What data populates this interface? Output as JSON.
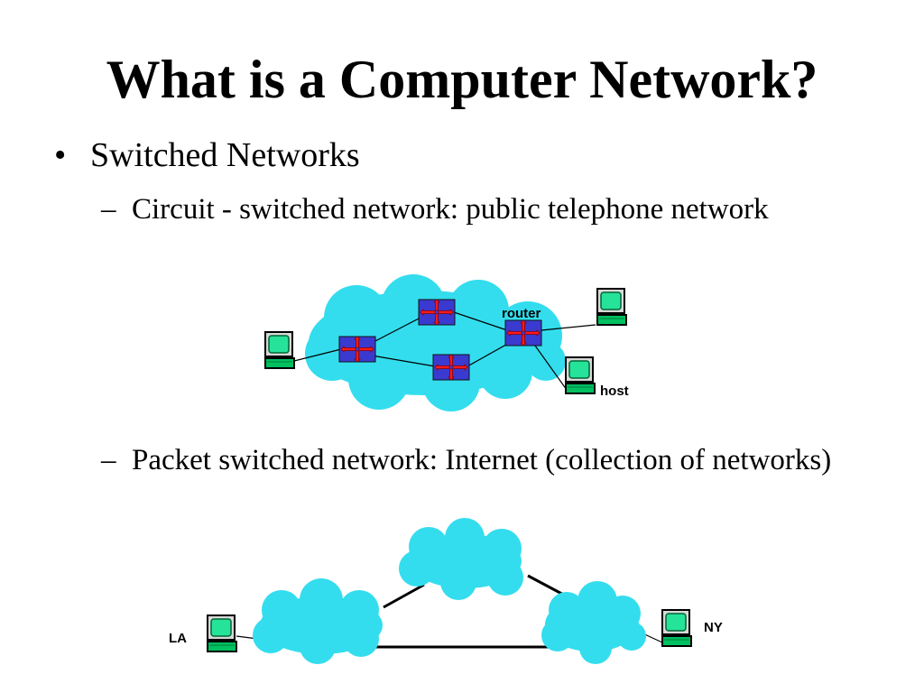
{
  "slide": {
    "title": "What is a Computer Network?",
    "bullet": {
      "marker": "•",
      "text": "Switched Networks"
    },
    "sub_bullets": [
      {
        "marker": "–",
        "text": "Circuit - switched network: public telephone network"
      },
      {
        "marker": "–",
        "text": "Packet switched network: Internet (collection of networks)"
      }
    ]
  },
  "diagram1": {
    "router_label": "router",
    "host_label": "host"
  },
  "diagram2": {
    "left_label": "LA",
    "right_label": "NY"
  },
  "colors": {
    "cloud": "#33ddee",
    "router_box": "#3a3ad0",
    "router_arrows": "#ff1a1a",
    "screen": "#26e39a",
    "computer_base": "#00c060"
  },
  "icons": [
    "cloud-icon",
    "router-icon",
    "computer-icon"
  ]
}
